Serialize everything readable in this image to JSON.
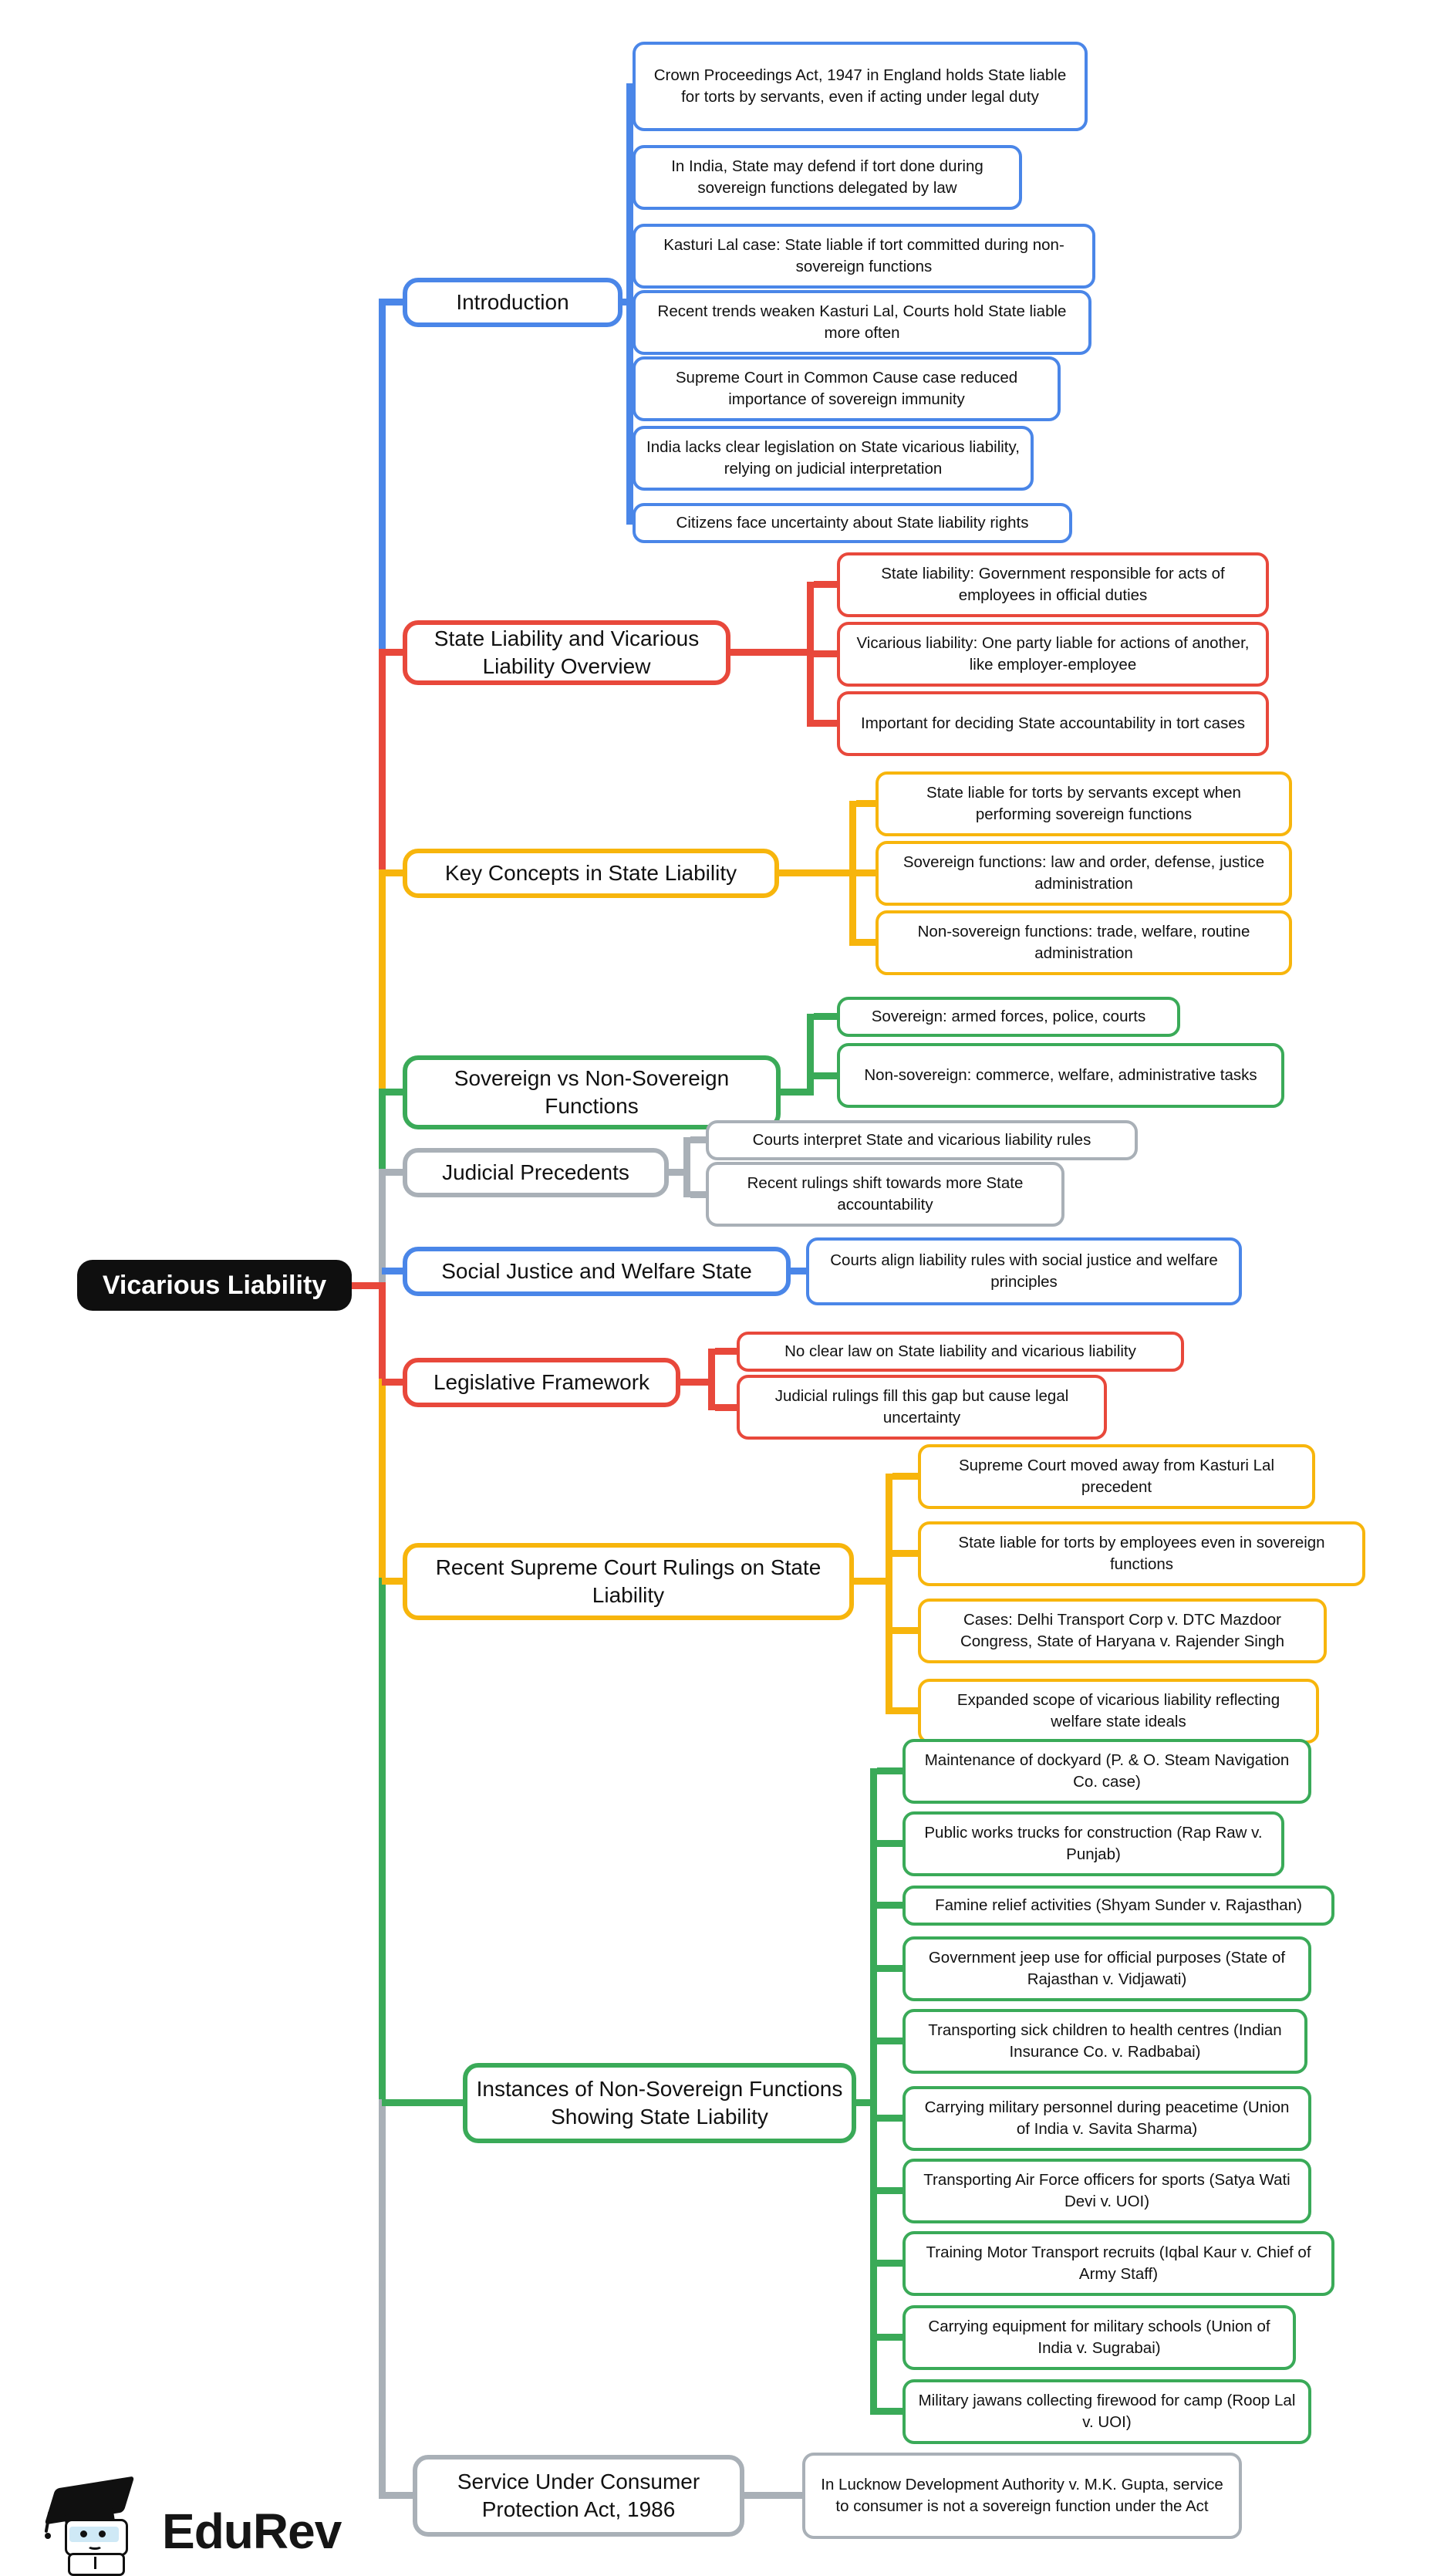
{
  "root": {
    "label": "Vicarious Liability"
  },
  "branding": {
    "logo_text": "EduRev",
    "mascot": "graduation-cap-robot"
  },
  "palette": {
    "blue": "#4a86e8",
    "red": "#e8483b",
    "yellow": "#f7b50c",
    "green": "#3aaa58",
    "gray": "#a9b0b7",
    "root_bg": "#0f0f0f"
  },
  "branches": [
    {
      "label": "Introduction",
      "color": "blue",
      "children": [
        "Crown Proceedings Act, 1947 in England holds State liable for torts by servants, even if acting under legal duty",
        "In India, State may defend if tort done during sovereign functions delegated by law",
        "Kasturi Lal case: State liable if tort committed during non-sovereign functions",
        "Recent trends weaken Kasturi Lal, Courts hold State liable more often",
        "Supreme Court in Common Cause case reduced importance of sovereign immunity",
        "India lacks clear legislation on State vicarious liability, relying on judicial interpretation",
        "Citizens face uncertainty about State liability rights"
      ]
    },
    {
      "label": "State Liability and Vicarious Liability Overview",
      "color": "red",
      "children": [
        "State liability: Government responsible for acts of employees in official duties",
        "Vicarious liability: One party liable for actions of another, like employer-employee",
        "Important for deciding State accountability in tort cases"
      ]
    },
    {
      "label": "Key Concepts in State Liability",
      "color": "yellow",
      "children": [
        "State liable for torts by servants except when performing sovereign functions",
        "Sovereign functions: law and order, defense, justice administration",
        "Non-sovereign functions: trade, welfare, routine administration"
      ]
    },
    {
      "label": "Sovereign vs Non-Sovereign Functions",
      "color": "green",
      "children": [
        "Sovereign: armed forces, police, courts",
        "Non-sovereign: commerce, welfare, administrative tasks"
      ]
    },
    {
      "label": "Judicial Precedents",
      "color": "gray",
      "children": [
        "Courts interpret State and vicarious liability rules",
        "Recent rulings shift towards more State accountability"
      ]
    },
    {
      "label": "Social Justice and Welfare State",
      "color": "blue",
      "children": [
        "Courts align liability rules with social justice and welfare principles"
      ]
    },
    {
      "label": "Legislative Framework",
      "color": "red",
      "children": [
        "No clear law on State liability and vicarious liability",
        "Judicial rulings fill this gap but cause legal uncertainty"
      ]
    },
    {
      "label": "Recent Supreme Court Rulings on State Liability",
      "color": "yellow",
      "children": [
        "Supreme Court moved away from Kasturi Lal precedent",
        "State liable for torts by employees even in sovereign functions",
        "Cases: Delhi Transport Corp v. DTC Mazdoor Congress, State of Haryana v. Rajender Singh",
        "Expanded scope of vicarious liability reflecting welfare state ideals"
      ]
    },
    {
      "label": "Instances of Non-Sovereign Functions Showing State Liability",
      "color": "green",
      "children": [
        "Maintenance of dockyard (P. & O. Steam Navigation Co. case)",
        "Public works trucks for construction (Rap Raw v. Punjab)",
        "Famine relief activities (Shyam Sunder v. Rajasthan)",
        "Government jeep use for official purposes (State of Rajasthan v. Vidjawati)",
        "Transporting sick children to health centres (Indian Insurance Co. v. Radbabai)",
        "Carrying military personnel during peacetime (Union of India v. Savita Sharma)",
        "Transporting Air Force officers for sports (Satya Wati Devi v. UOI)",
        "Training Motor Transport recruits (Iqbal Kaur v. Chief of Army Staff)",
        "Carrying equipment for military schools (Union of India v. Sugrabai)",
        "Military jawans collecting firewood for camp (Roop Lal v. UOI)"
      ]
    },
    {
      "label": "Service Under Consumer Protection Act, 1986",
      "color": "gray",
      "children": [
        "In Lucknow Development Authority v. M.K. Gupta, service to consumer is not a sovereign function under the Act"
      ]
    }
  ]
}
